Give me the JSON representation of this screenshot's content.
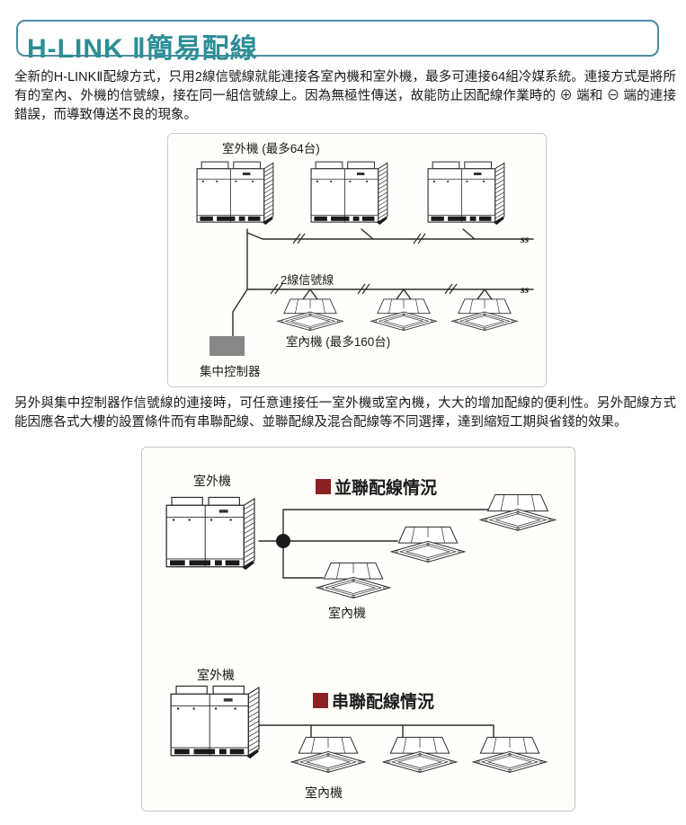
{
  "header": {
    "title": "H-LINK Ⅱ簡易配線"
  },
  "intro": {
    "text": "全新的H-LINKⅡ配線方式，只用2線信號線就能連接各室內機和室外機，最多可連接64組冷媒系統。連接方式是將所有的室內、外機的信號線，接在同一組信號線上。因為無極性傳送，故能防止因配線作業時的 ⊕ 端和 ⊖ 端的連接錯誤，而導致傳送不良的現象。"
  },
  "note": {
    "text": "另外與集中控制器作信號線的連接時，可任意連接任一室外機或室內機，大大的增加配線的便利性。另外配線方式能因應各式大樓的設置條件而有串聯配線、並聯配線及混合配線等不同選擇，達到縮短工期與省錢的效果。"
  },
  "diagram_overview": {
    "outdoor_label": "室外機 (最多64台)",
    "signal_wire_label": "2線信號線",
    "indoor_label": "室內機 (最多160台)",
    "controller_label": "集中控制器",
    "break_symbol": "ss"
  },
  "diagram_wiring_modes": {
    "parallel": {
      "outdoor_label": "室外機",
      "title": "並聯配線情況",
      "indoor_label": "室內機"
    },
    "series": {
      "outdoor_label": "室外機",
      "title": "串聯配線情況",
      "indoor_label": "室內機"
    }
  },
  "colors": {
    "accent_teal": "#2d8e96",
    "header_border_teal": "#4d8ba1",
    "heading_red": "#8b2121",
    "body_text": "#1a1a1a",
    "controller_gray": "#878787",
    "line_dark": "#2b2b2b"
  }
}
